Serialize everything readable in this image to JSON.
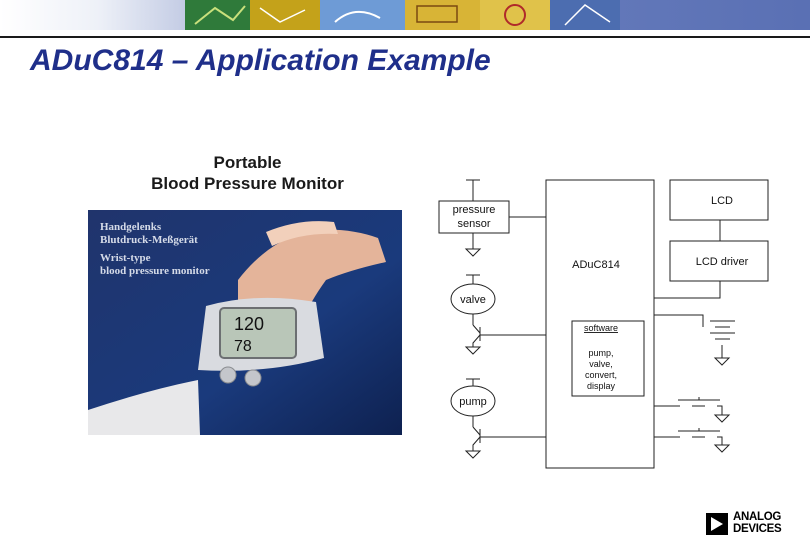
{
  "slide": {
    "title": "ADuC814 – Application Example",
    "caption_line1": "Portable",
    "caption_line2": "Blood Pressure Monitor"
  },
  "photo": {
    "text_de_1": "Handgelenks",
    "text_de_2": "Blutdruck-Meßgerät",
    "text_en_1": "Wrist-type",
    "text_en_2": "blood pressure monitor",
    "display_top": "120",
    "display_bottom": "78"
  },
  "diagram": {
    "pressure_sensor_1": "pressure",
    "pressure_sensor_2": "sensor",
    "lcd": "LCD",
    "lcd_driver": "LCD driver",
    "mcu": "ADuC814",
    "valve": "valve",
    "pump": "pump",
    "software_title": "software",
    "software_1": "pump,",
    "software_2": "valve,",
    "software_3": "convert,",
    "software_4": "display"
  },
  "logo": {
    "line1": "ANALOG",
    "line2": "DEVICES"
  }
}
